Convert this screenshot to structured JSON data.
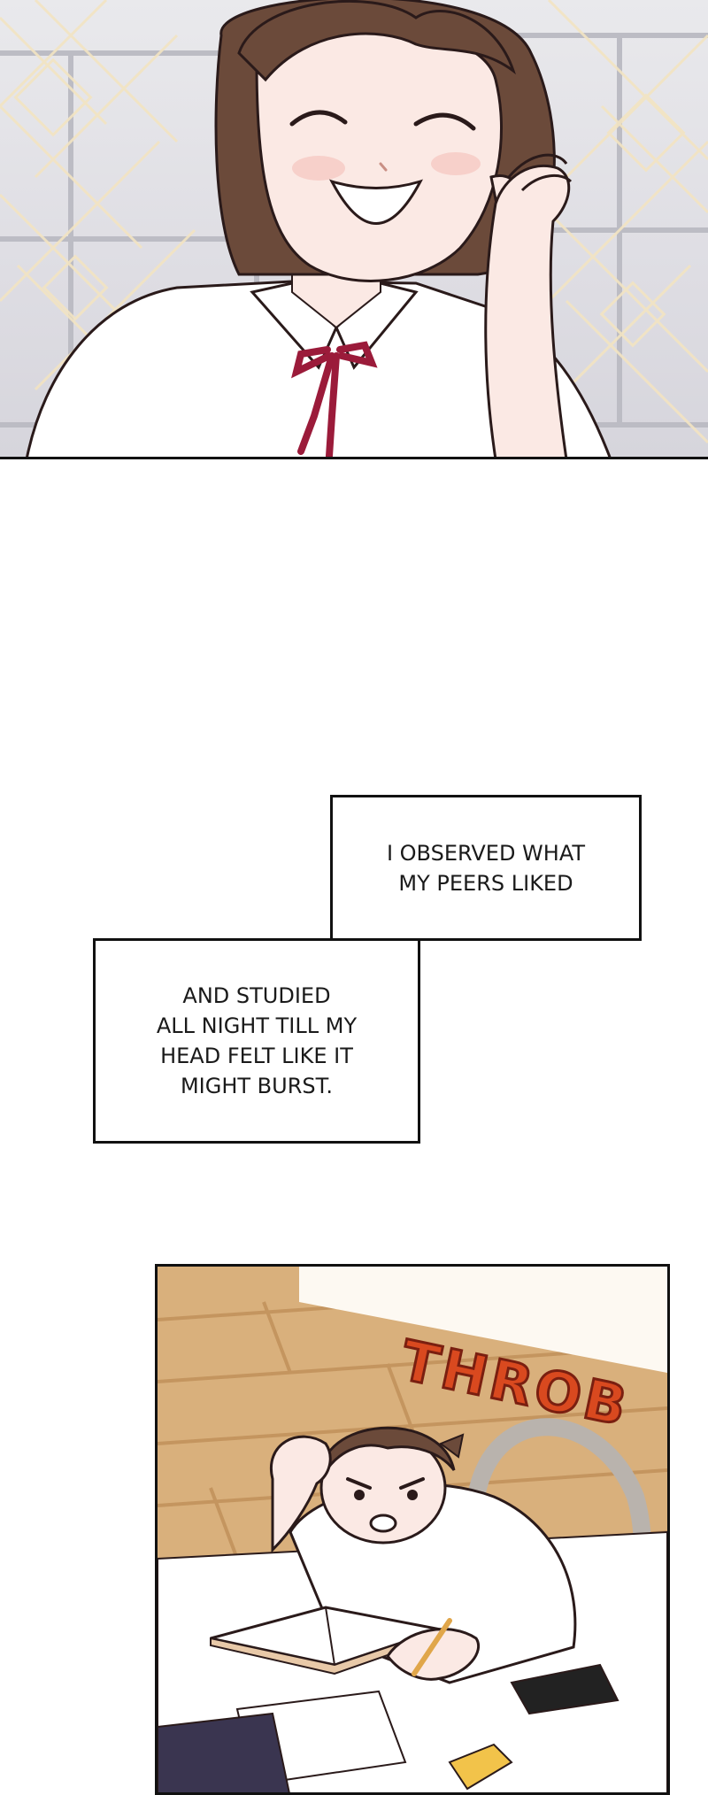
{
  "captions": {
    "caption_1": "I OBSERVED WHAT\nMY PEERS LIKED",
    "caption_2": "AND STUDIED\nALL NIGHT TILL MY\nHEAD FELT LIKE IT\nMIGHT BURST."
  },
  "sfx": {
    "throb": "THROB"
  },
  "colors": {
    "sfx_fill": "#d9491f",
    "ribbon": "#9b1b3a",
    "hair": "#6b4a3a",
    "skin": "#fbe9e4",
    "floor": "#d9b07c"
  }
}
